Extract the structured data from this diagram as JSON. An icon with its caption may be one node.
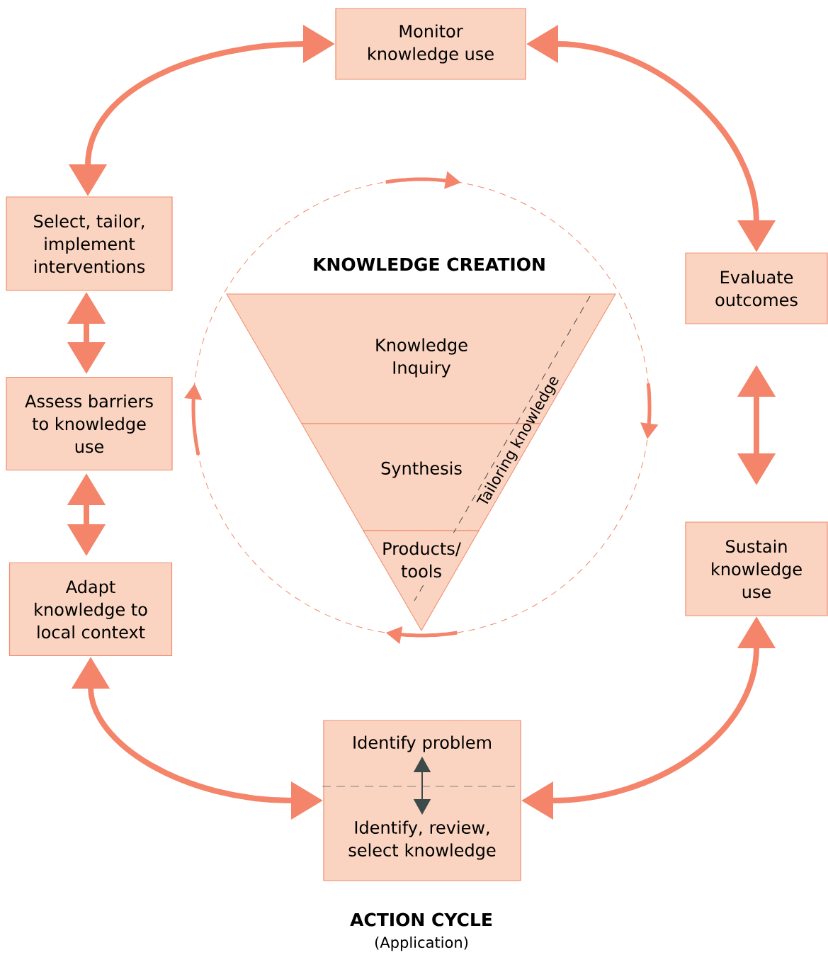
{
  "diagram": {
    "nodes": [
      {
        "text": [
          "Monitor knowledge use"
        ]
      },
      {
        "text": [
          "Select, tailor, implement interventions"
        ]
      },
      {
        "text": [
          "Evaluate outcomes"
        ]
      },
      {
        "text": [
          "Assess barriers to knowledge use"
        ]
      },
      {
        "text": [
          "Sustain knowledge use"
        ]
      },
      {
        "text": [
          "Adapt knowledge to local context"
        ]
      },
      {
        "text": [],
        "shape": "box"
      },
      {
        "text": [
          "Identify problem"
        ],
        "in": 6
      },
      {
        "text": [
          "Identify, review, select knowledge"
        ],
        "in": 6
      },
      {
        "text": [
          "Knowledge Inquiry"
        ]
      },
      {
        "text": [
          "Synthesis"
        ]
      },
      {
        "text": [
          "Products/ tools"
        ]
      }
    ],
    "edges": [
      {
        "from": 1,
        "to": 0,
        "arrow": "both"
      },
      {
        "from": 0,
        "to": 2,
        "arrow": "both"
      },
      {
        "from": 2,
        "to": 4,
        "arrow": "both"
      },
      {
        "from": 4,
        "to": 6,
        "arrow": "both"
      },
      {
        "from": 6,
        "to": 5,
        "arrow": "both"
      },
      {
        "from": 5,
        "to": 3,
        "arrow": "both"
      },
      {
        "from": 3,
        "to": 1,
        "arrow": "both"
      },
      {
        "from": 7,
        "to": 8,
        "arrow": "both",
        "color": "#3d4a4a"
      }
    ],
    "labels": [
      "KNOWLEDGE CREATION",
      "Tailoring knowledge",
      "ACTION CYCLE",
      "(Application)"
    ]
  }
}
